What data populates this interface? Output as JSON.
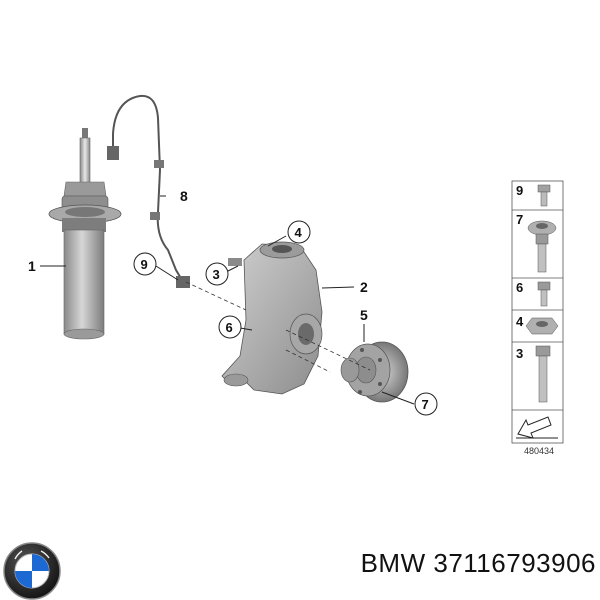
{
  "callouts": {
    "c1": "1",
    "c2": "2",
    "c3": "3",
    "c4": "4",
    "c5": "5",
    "c6": "6",
    "c7": "7",
    "c8": "8",
    "c9": "9"
  },
  "hardware_panel": {
    "items": [
      {
        "number": "9",
        "icon": "cap-screw-icon"
      },
      {
        "number": "7",
        "icon": "flange-bolt-icon"
      },
      {
        "number": "6",
        "icon": "hex-bolt-short-icon"
      },
      {
        "number": "4",
        "icon": "hex-nut-icon"
      },
      {
        "number": "3",
        "icon": "hex-bolt-long-icon"
      }
    ],
    "reference": "480434"
  },
  "footer": {
    "part_label": "BMW 37116793906"
  },
  "colors": {
    "part_gray": "#b8b8b8",
    "part_dark": "#6e6e6e",
    "line": "#333333"
  }
}
